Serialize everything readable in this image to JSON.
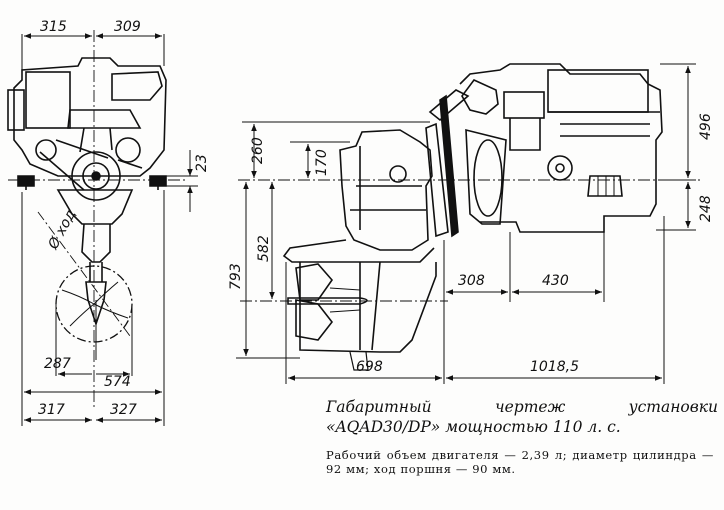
{
  "front_view": {
    "width_left": "315",
    "width_right": "309",
    "height_above_axis": "23",
    "prop_axis_label": "Ø ход",
    "prop_diameter": "287",
    "overall_width": "574",
    "base_left": "317",
    "base_right": "327"
  },
  "side_view": {
    "height_top": "496",
    "height_bottom": "248",
    "dim_260": "260",
    "dim_170": "170",
    "dim_582": "582",
    "dim_793": "793",
    "dim_308": "308",
    "dim_430": "430",
    "dim_698": "698",
    "dim_1018": "1018,5"
  },
  "caption": {
    "title_line1": "Габаритный чертеж установки",
    "title_line2": "«AQAD30/DP» мощностью 110 л. с.",
    "specs": "Рабочий объем двигателя — 2,39 л; диаметр цилиндра — 92 мм; ход поршня — 90 мм."
  }
}
